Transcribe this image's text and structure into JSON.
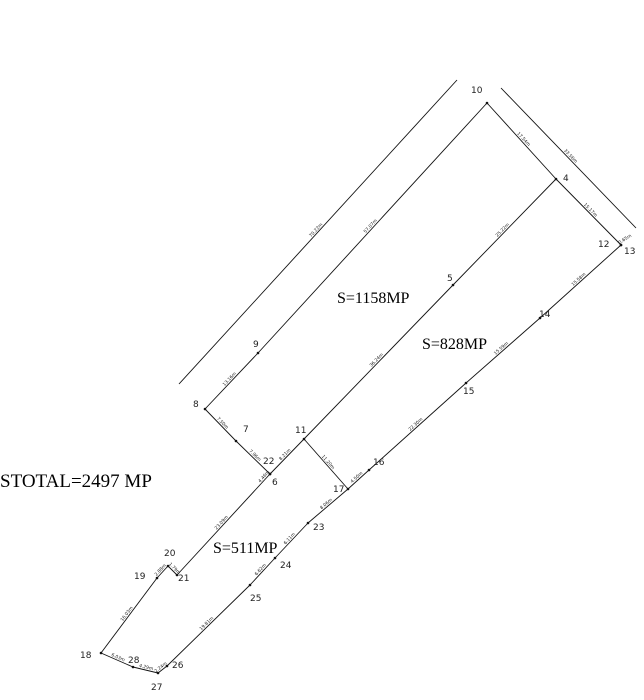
{
  "areas": {
    "lot_a": "S=1158MP",
    "lot_b": "S=828MP",
    "lot_c": "S=511MP",
    "total": "STOTAL=2497 MP"
  },
  "point_labels": [
    "4",
    "5",
    "6",
    "7",
    "8",
    "9",
    "10",
    "11",
    "12",
    "13",
    "14",
    "15",
    "16",
    "17",
    "18",
    "19",
    "20",
    "21",
    "22",
    "23",
    "24",
    "25",
    "26",
    "27",
    "28"
  ],
  "dimensions": {
    "outer_nw": "70.22m",
    "nw_8_10": "57.07m",
    "nw_8_9": "13.16m",
    "ne_10_4": "17.54m",
    "outer_ne": "33.56m",
    "ne_4_12": "15.17m",
    "e_12_13": "0.65m",
    "div_4_11": "25.22m",
    "div_5_11": "36.24m",
    "se_13_14": "15.58m",
    "se_14_15": "15.59m",
    "se_15_16": "22.30m",
    "se_16_17": "4.50m",
    "div_11_17": "11.20m",
    "div_6_11": "8.21m",
    "w_8_7": "7.50m",
    "w_7_6": "7.96m",
    "w_6_21": "23.09m",
    "w_20_21": "1.79m",
    "w_19_20": "2.88m",
    "w_18_19": "16.03m",
    "s_18_28": "6.03m",
    "s_28_27": "4.29m",
    "s_27_26": "2.24m",
    "se_26_25": "19.81m",
    "se_25_24": "6.62m",
    "se_24_23": "6.11m",
    "se_23_17": "8.06m",
    "w_22_6": "4.46m"
  }
}
